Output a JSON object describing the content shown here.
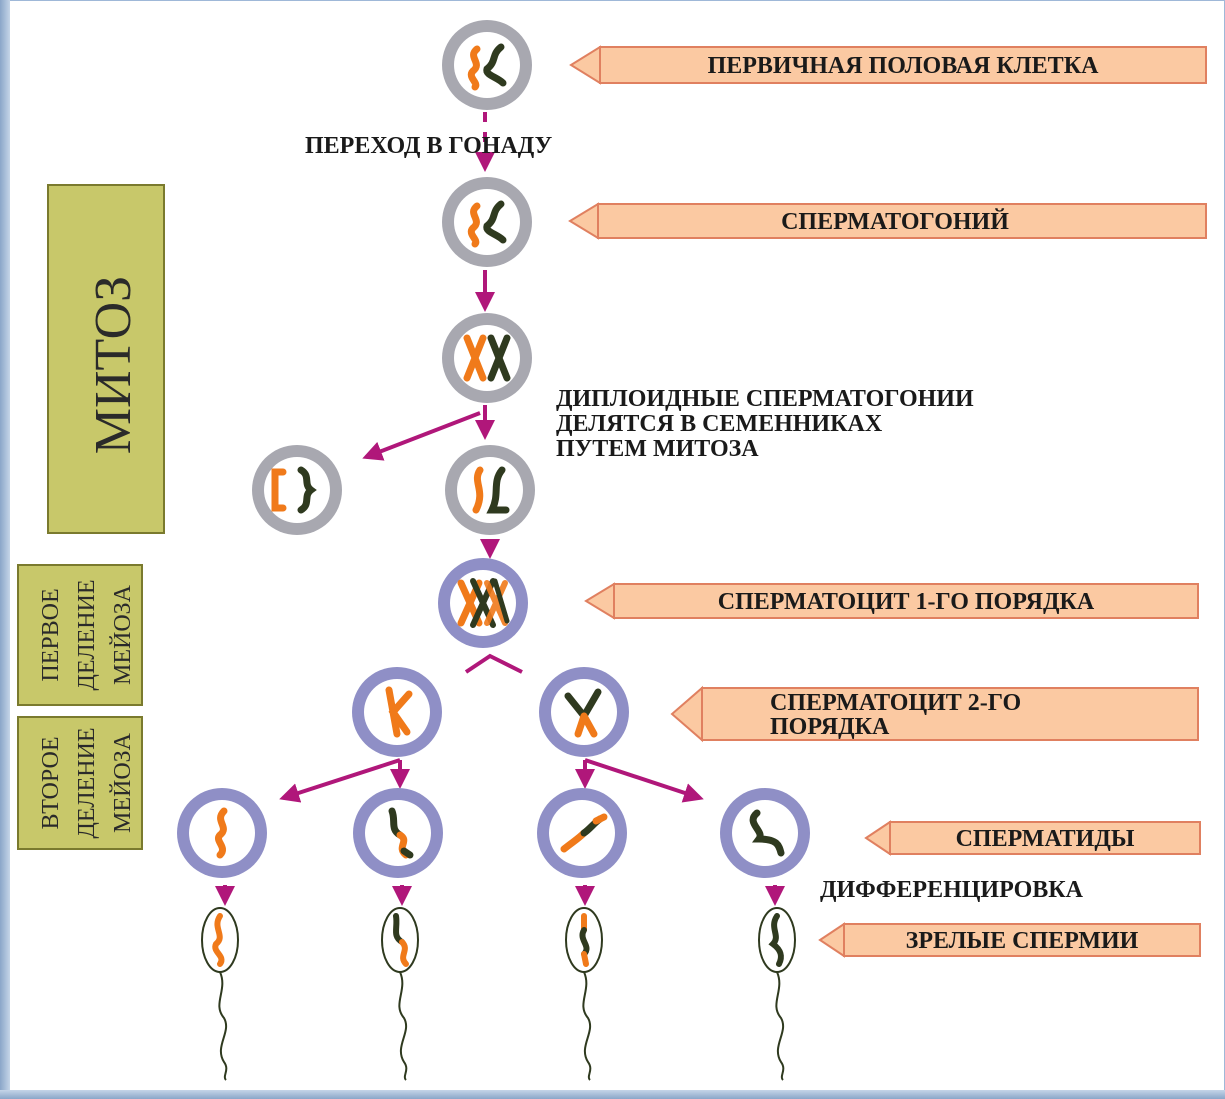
{
  "labels": {
    "primary_germ_cell": "ПЕРВИЧНАЯ ПОЛОВАЯ КЛЕТКА",
    "transition": "ПЕРЕХОД В ГОНАДУ",
    "spermatogonium": "СПЕРМАТОГОНИЙ",
    "diploid_line1": "ДИПЛОИДНЫЕ СПЕРМАТОГОНИИ",
    "diploid_line2": "ДЕЛЯТСЯ В СЕМЕННИКАХ",
    "diploid_line3": "ПУТЕМ МИТОЗА",
    "spermatocyte1": "СПЕРМАТОЦИТ 1-ГО ПОРЯДКА",
    "spermatocyte2_line1": "СПЕРМАТОЦИТ 2-ГО",
    "spermatocyte2_line2": "ПОРЯДКА",
    "spermatids": "СПЕРМАТИДЫ",
    "differentiation": "ДИФФЕРЕНЦИРОВКА",
    "mature_sperm": "ЗРЕЛЫЕ СПЕРМИИ"
  },
  "stages": {
    "mitosis": "МИТОЗ",
    "meiosis1_line1": "ПЕРВОЕ",
    "meiosis1_line2": "ДЕЛЕНИЕ",
    "meiosis1_line3": "МЕЙОЗА",
    "meiosis2_line1": "ВТОРОЕ",
    "meiosis2_line2": "ДЕЛЕНИЕ",
    "meiosis2_line3": "МЕЙОЗА"
  },
  "colors": {
    "label_fill": "#fbc9a2",
    "label_border": "#e08060",
    "stage_fill": "#c8c86a",
    "stage_border": "#7a7a2e",
    "arrow": "#b0177a",
    "gray_ring": "#a8a8b0",
    "blue_ring": "#8f8fc6",
    "orange_chromosome": "#f07a1a",
    "dark_chromosome": "#2f3a1f"
  }
}
